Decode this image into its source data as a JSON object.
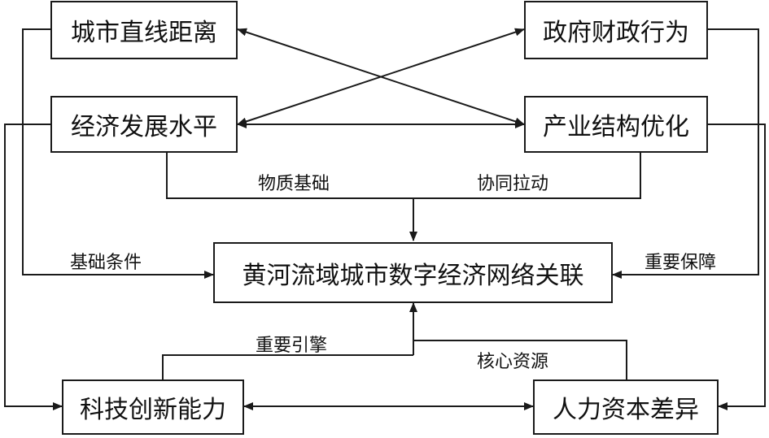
{
  "nodes": {
    "distance": "城市直线距离",
    "fiscal": "政府财政行为",
    "economy": "经济发展水平",
    "industry": "产业结构优化",
    "center": "黄河流域城市数字经济网络关联",
    "tech": "科技创新能力",
    "human": "人力资本差异"
  },
  "labels": {
    "material_basis": "物质基础",
    "synergy": "协同拉动",
    "basic_conditions": "基础条件",
    "important_guarantee": "重要保障",
    "important_engine": "重要引擎",
    "core_resource": "核心资源"
  },
  "colors": {
    "stroke": "#1a1a1a",
    "text": "#111111",
    "background": "#ffffff"
  }
}
